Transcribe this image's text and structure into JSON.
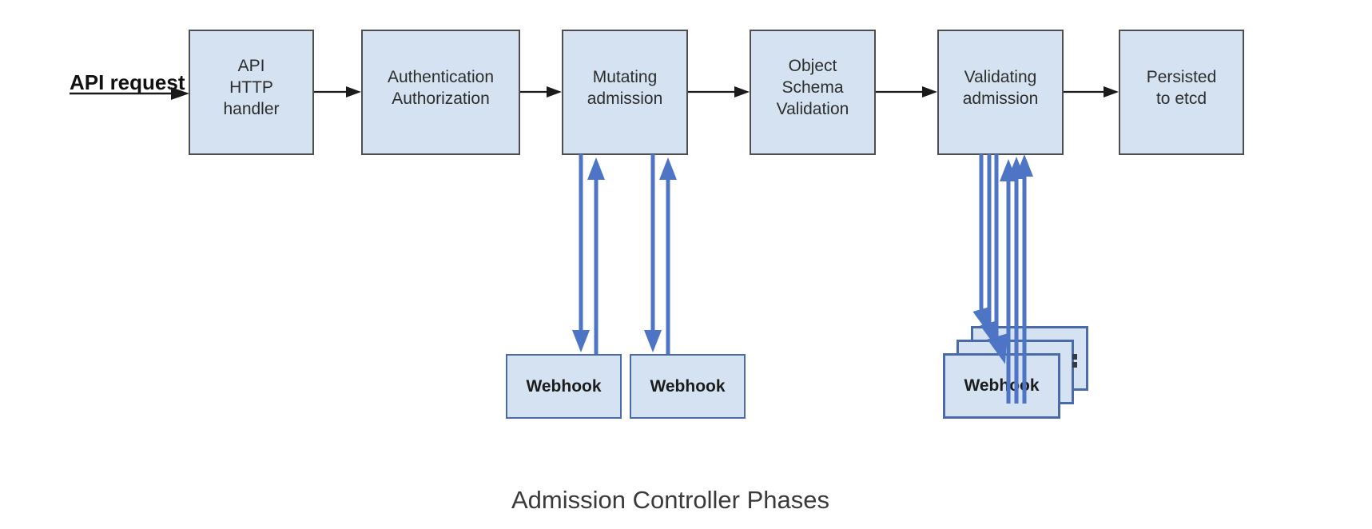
{
  "diagram": {
    "caption": "Admission Controller Phases",
    "request_label": "API request",
    "phases": [
      {
        "id": "api-http-handler",
        "label": "API\nHTTP\nhandler"
      },
      {
        "id": "authentication-authorization",
        "label": "Authentication\nAuthorization"
      },
      {
        "id": "mutating-admission",
        "label": "Mutating\nadmission"
      },
      {
        "id": "object-schema-validation",
        "label": "Object\nSchema\nValidation"
      },
      {
        "id": "validating-admission",
        "label": "Validating\nadmission"
      },
      {
        "id": "persisted-to-etcd",
        "label": "Persisted\nto etcd"
      }
    ],
    "webhooks": {
      "mutating": [
        "Webhook",
        "Webhook"
      ],
      "validating_front": "Webhook",
      "validating_stack_count": 3
    },
    "edges": [
      {
        "from": "api-request",
        "to": "api-http-handler",
        "type": "black-arrow"
      },
      {
        "from": "api-http-handler",
        "to": "authentication-authorization",
        "type": "black-arrow"
      },
      {
        "from": "authentication-authorization",
        "to": "mutating-admission",
        "type": "black-arrow"
      },
      {
        "from": "mutating-admission",
        "to": "object-schema-validation",
        "type": "black-arrow"
      },
      {
        "from": "object-schema-validation",
        "to": "validating-admission",
        "type": "black-arrow"
      },
      {
        "from": "validating-admission",
        "to": "persisted-to-etcd",
        "type": "black-arrow"
      },
      {
        "from": "mutating-admission",
        "to": "webhook-1",
        "type": "blue-bidirectional"
      },
      {
        "from": "mutating-admission",
        "to": "webhook-2",
        "type": "blue-bidirectional"
      },
      {
        "from": "validating-admission",
        "to": "webhook-stack",
        "type": "blue-bidirectional-triple"
      }
    ],
    "colors": {
      "box_fill": "#d4e2f1",
      "phase_box_border": "#4f4f4f",
      "webhook_box_border": "#4a6aa8",
      "black_arrow": "#1a1a1a",
      "blue_arrow": "#4d74c5",
      "caption_text": "#3a3a3a",
      "label_text": "#2d2d2d"
    }
  }
}
